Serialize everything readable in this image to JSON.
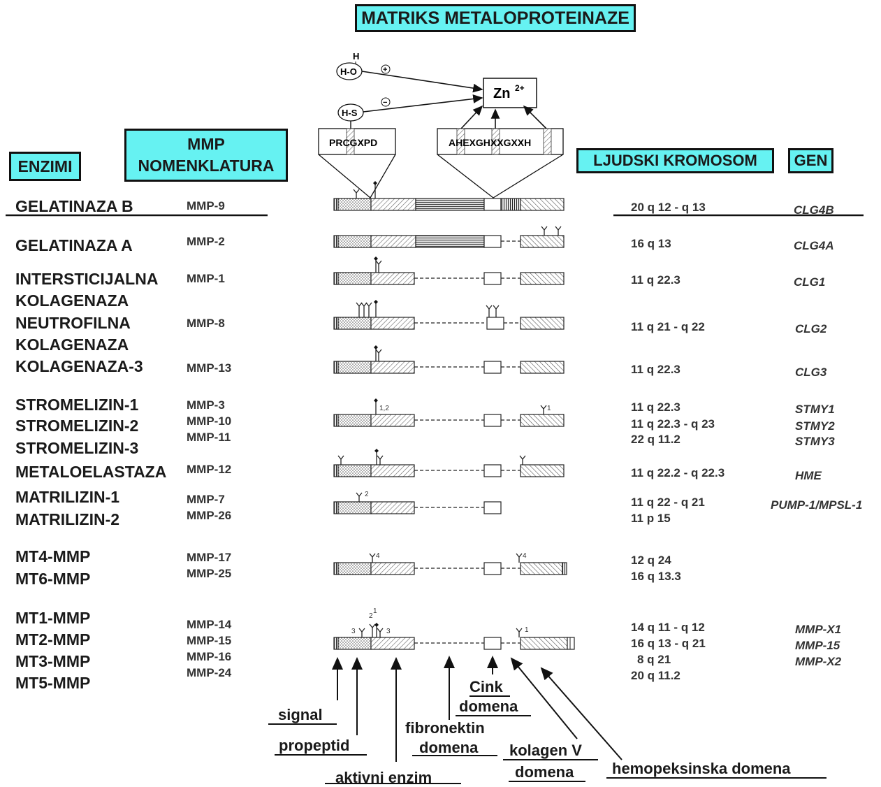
{
  "title": "MATRIKS METALOPROTEINAZE",
  "headers": {
    "enzymes": "ENZIMI",
    "mmp_line1": "MMP",
    "mmp_line2": "NOMENKLATURA",
    "chromosome": "LJUDSKI KROMOSOM",
    "gene": "GEN"
  },
  "mechanism": {
    "zinc": "Zn",
    "zinc_charge": "2+",
    "ho": "H-O",
    "hs": "H-S",
    "h": "H",
    "plus": "+",
    "minus": "−",
    "seq1": "PRCGXPD",
    "seq2": "AHEXGHXXGXXH"
  },
  "enzymes": [
    {
      "name": "GELATINAZA B"
    },
    {
      "name": "GELATINAZA A"
    },
    {
      "name": "INTERSTICIJALNA"
    },
    {
      "name": "KOLAGENAZA"
    },
    {
      "name": "NEUTROFILNA"
    },
    {
      "name": "KOLAGENAZA"
    },
    {
      "name": "KOLAGENAZA-3"
    },
    {
      "name": "STROMELIZIN-1"
    },
    {
      "name": "STROMELIZIN-2"
    },
    {
      "name": "STROMELIZIN-3"
    },
    {
      "name": "METALOELASTAZA"
    },
    {
      "name": "MATRILIZIN-1"
    },
    {
      "name": "MATRILIZIN-2"
    },
    {
      "name": "MT4-MMP"
    },
    {
      "name": "MT6-MMP"
    },
    {
      "name": "MT1-MMP"
    },
    {
      "name": "MT2-MMP"
    },
    {
      "name": "MT3-MMP"
    },
    {
      "name": "MT5-MMP"
    }
  ],
  "mmps": [
    "MMP-9",
    "MMP-2",
    "MMP-1",
    "MMP-8",
    "MMP-13",
    "MMP-3",
    "MMP-10",
    "MMP-11",
    "MMP-12",
    "MMP-7",
    "MMP-26",
    "MMP-17",
    "MMP-25",
    "MMP-14",
    "MMP-15",
    "MMP-16",
    "MMP-24"
  ],
  "chromosomes": [
    "20 q 12 - q 13",
    "16 q 13",
    "11 q 22.3",
    "11 q 21 - q 22",
    "11 q 22.3",
    "11 q 22.3",
    "11 q 22.3 - q 23",
    "22 q 11.2",
    "11 q 22.2 - q 22.3",
    "11 q 22 - q 21",
    "11 p 15",
    "12 q 24",
    "16 q 13.3",
    "14 q 11 - q 12",
    "16 q 13 - q 21",
    "8 q 21",
    "20 q 11.2"
  ],
  "genes": [
    "CLG4B",
    "CLG4A",
    "CLG1",
    "CLG2",
    "CLG3",
    "STMY1",
    "STMY2",
    "STMY3",
    "HME",
    "PUMP-1/MPSL-1",
    "MMP-X1",
    "MMP-15",
    "MMP-X2"
  ],
  "glyco_labels": {
    "g12": "1,2",
    "g1a": "1",
    "g2": "2",
    "g4a": "4",
    "g4b": "4",
    "g3a": "3",
    "g21": "2",
    "g1b": "1",
    "g3b": "3",
    "g1c": "1"
  },
  "domain_labels": {
    "signal": "signal",
    "propeptid": "propeptid",
    "aktivni": "aktivni enzim",
    "fibronektin_1": "fibronektin",
    "fibronektin_2": "domena",
    "cink_1": "Cink",
    "cink_2": "domena",
    "kolagen_1": "kolagen V",
    "kolagen_2": "domena",
    "hemopeksin": "hemopeksinska domena"
  }
}
